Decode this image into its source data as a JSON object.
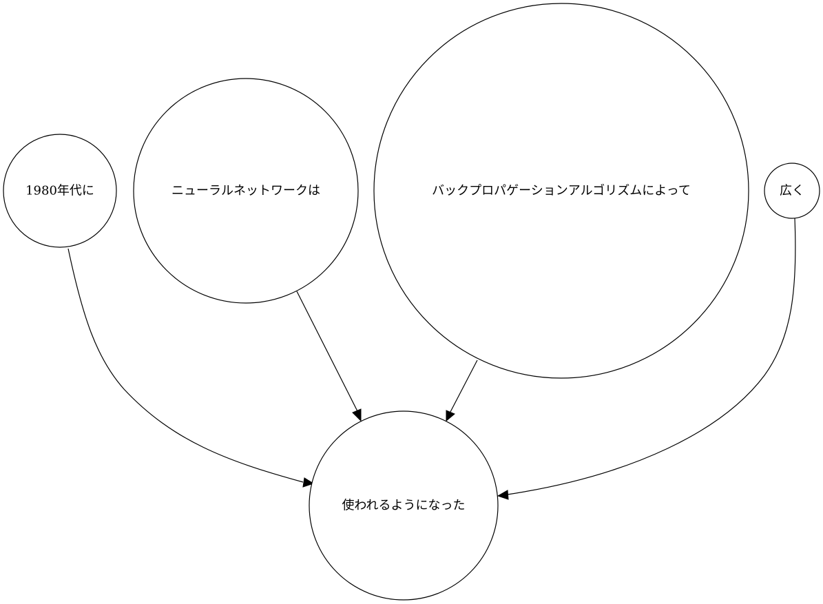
{
  "diagram": {
    "type": "directed-graph",
    "node_shape": "circle",
    "stroke_color": "#000000",
    "fill_color": "#ffffff",
    "background_color": "#ffffff",
    "nodes": {
      "n1980": {
        "label": "1980年代に"
      },
      "nnn": {
        "label": "ニューラルネットワークは"
      },
      "nbp": {
        "label": "バックプロパゲーションアルゴリズムによって"
      },
      "nwide": {
        "label": "広く"
      },
      "nused": {
        "label": "使われるようになった"
      }
    },
    "edges": [
      {
        "from": "1980年代に",
        "to": "使われるようになった"
      },
      {
        "from": "ニューラルネットワークは",
        "to": "使われるようになった"
      },
      {
        "from": "バックプロパゲーションアルゴリズムによって",
        "to": "使われるようになった"
      },
      {
        "from": "広く",
        "to": "使われるようになった"
      }
    ]
  }
}
